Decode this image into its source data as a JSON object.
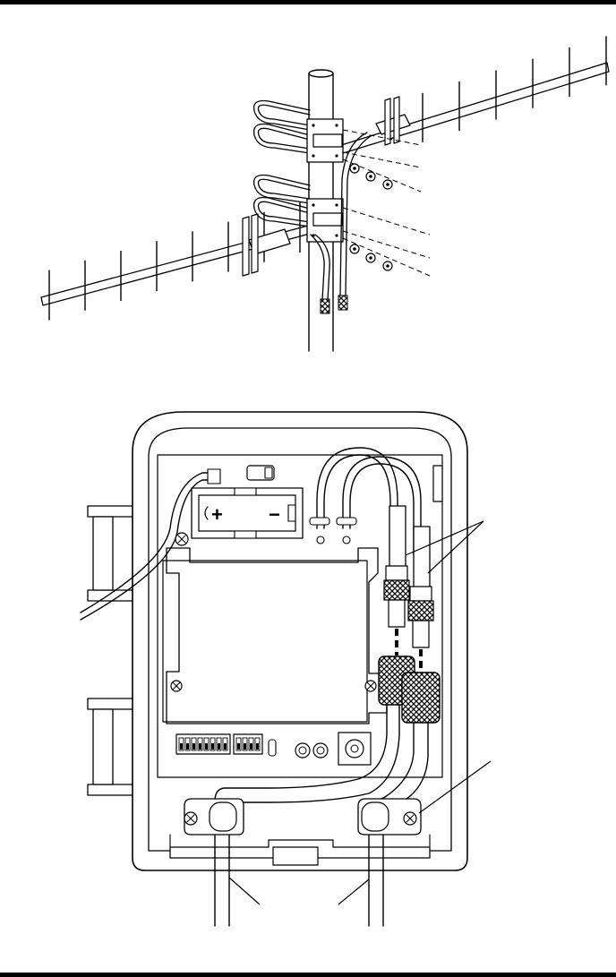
{
  "figure": {
    "antenna_diagram": {
      "parts": [
        "mast",
        "upper-yagi-antenna",
        "lower-yagi-antenna",
        "u-bolts",
        "mounting-brackets",
        "nuts-and-washers",
        "coax-cables"
      ]
    },
    "enclosure_diagram": {
      "parts": [
        "enclosure-housing",
        "battery-holder",
        "circuit-board",
        "dip-switch-bank",
        "coax-connectors",
        "cable-clamps",
        "mounting-rails"
      ],
      "battery": {
        "positive_sign": "+",
        "negative_sign": "−"
      },
      "dip_switch_groups": [
        8,
        4
      ]
    },
    "colors": {
      "line": "#000000",
      "background": "#ffffff",
      "knurl": "#000000"
    }
  }
}
